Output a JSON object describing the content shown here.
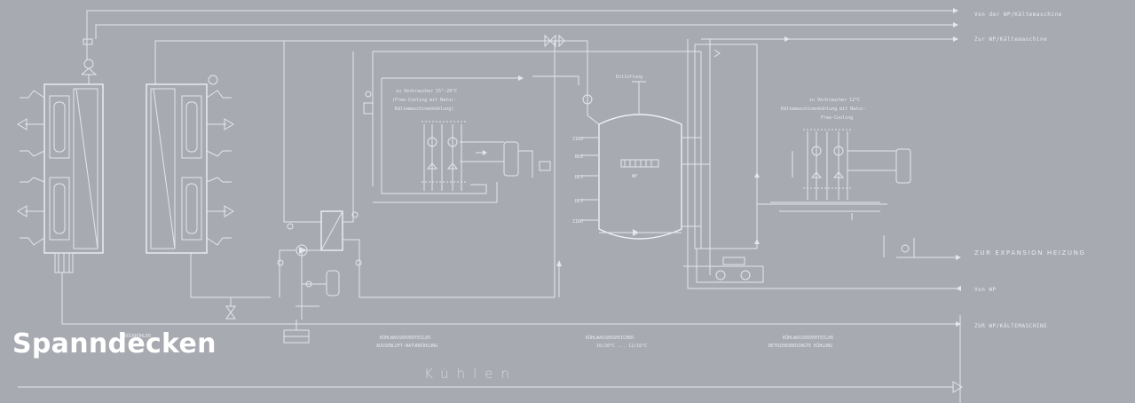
{
  "heading": "Spanndecken",
  "footer_label": "Kühlen",
  "right_labels": {
    "from_wp": "Von der WP/Kältemaschine",
    "to_wp": "Zur WP/Kältemaschine",
    "expansion": "ZUR EXPANSION HEIZUNG",
    "from_wp_short": "Von WP",
    "to_wp_caps": "ZUR WP/KÄLTEMASCHINE"
  },
  "bottom_labels": {
    "recooler": "RÜCKKÜHLER",
    "split1": "KÜHLWASSERVERTEILER",
    "split2": "AUSSENLUFT-NATURKÜHLUNG",
    "store1": "KÜHLWASSERSPEICHER",
    "store2": "16/20°C ... 12/16°C",
    "dist1": "KÜHLWASSERVERTEILER",
    "dist2": "BETRIEBSBEDINGTE KÜHLUNG"
  },
  "loop_labels": {
    "loop1_l1": "zu Verbraucher 15°-20°C",
    "loop1_l2": "(Free-Cooling mit Natur-",
    "loop1_l3": "Kältemaschinenkühlung)",
    "loop2_l1": "zu Verbraucher 12°C",
    "loop2_l2": "Kältemaschinenkühlung mit Natur-",
    "loop2_l3": "Free-Cooling"
  },
  "tank_labels": {
    "top": "Entlüftung",
    "tag1": "ZIRO",
    "tag2": "BUS",
    "tag3": "RES",
    "tag4": "RES",
    "tag5": "ZIRO",
    "wp": "WP"
  },
  "colors": {
    "background": "#a7aab0",
    "line": "#e4e6ea",
    "heading": "#ffffff"
  },
  "icons": [
    "arrow-right-icon",
    "arrow-left-icon",
    "pump-icon",
    "valve-icon",
    "heat-exchanger-icon",
    "fan-icon"
  ]
}
